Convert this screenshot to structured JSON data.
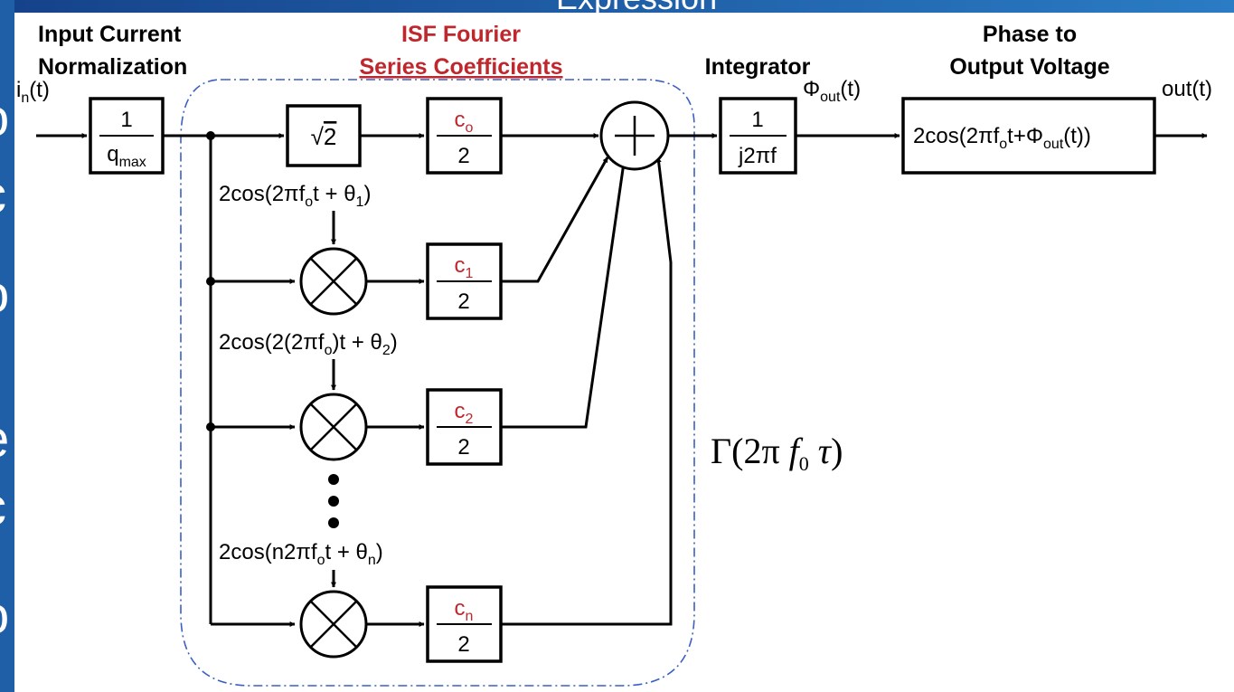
{
  "slide_title_fragment": "Expression",
  "side_banner_fragments": [
    "o",
    "c",
    "o",
    "e",
    "c",
    "o"
  ],
  "headers": {
    "input_norm": [
      "Input Current",
      "Normalization"
    ],
    "isf": [
      "ISF Fourier",
      "Series Coefficients"
    ],
    "integrator": "Integrator",
    "phase_to_output": [
      "Phase to",
      "Output Voltage"
    ]
  },
  "signals": {
    "input": {
      "base": "i",
      "sub": "n",
      "tail": "(t)"
    },
    "phi_out": {
      "base": "Φ",
      "sub": "out",
      "tail": "(t)"
    },
    "output": "out(t)"
  },
  "blocks": {
    "norm": {
      "num": "1",
      "den_base": "q",
      "den_sub": "max"
    },
    "sqrt2": {
      "radical": "√",
      "value": "2"
    },
    "c0": {
      "num_base": "c",
      "num_sub": "o",
      "den": "2"
    },
    "c1": {
      "num_base": "c",
      "num_sub": "1",
      "den": "2"
    },
    "c2": {
      "num_base": "c",
      "num_sub": "2",
      "den": "2"
    },
    "cn": {
      "num_base": "c",
      "num_sub": "n",
      "den": "2"
    },
    "integrator": {
      "num": "1",
      "den": "j2πf"
    },
    "phase_out": {
      "p1": "2cos(2πf",
      "s1": "o",
      "p2": "t+Φ",
      "s2": "out",
      "p3": "(t))"
    }
  },
  "carriers": {
    "c1": {
      "p1": "2cos(2πf",
      "s1": "o",
      "p2": "t + θ",
      "s2": "1",
      "p3": ")"
    },
    "c2": {
      "p1": "2cos(2(2πf",
      "s1": "o",
      "p2": ")t + θ",
      "s2": "2",
      "p3": ")"
    },
    "cn": {
      "p1": "2cos(n2πf",
      "s1": "o",
      "p2": "t + θ",
      "s2": "n",
      "p3": ")"
    }
  },
  "gamma": {
    "p1": "Γ(2π ",
    "f": "f",
    "sub": "0",
    "tau": " τ",
    "close": ")"
  },
  "colors": {
    "coef_red": "#c0272d",
    "banner_blue": "#1f5fa8",
    "isf_outline": "#3b5fc2",
    "ink": "#000000"
  }
}
